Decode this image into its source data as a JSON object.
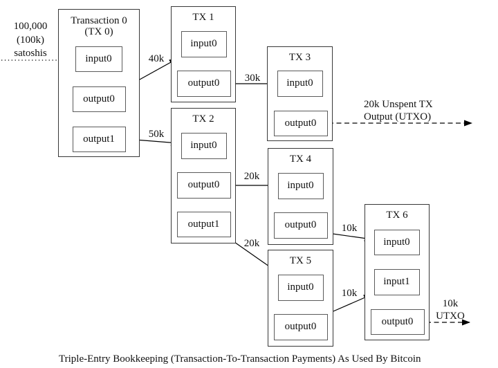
{
  "colors": {
    "background": "#ffffff",
    "outer_box_border": "#373737",
    "inner_box_border": "#5a5a5a",
    "arrow": "#000000",
    "text": "#101010"
  },
  "source_label": {
    "line1": "100,000",
    "line2": "(100k)",
    "line3": "satoshis"
  },
  "transactions": [
    {
      "title": "Transaction 0",
      "subtitle": "(TX 0)",
      "slots": [
        "input0",
        "output0",
        "output1"
      ]
    },
    {
      "title": "TX 1",
      "slots": [
        "input0",
        "output0"
      ]
    },
    {
      "title": "TX 2",
      "slots": [
        "input0",
        "output0",
        "output1"
      ]
    },
    {
      "title": "TX 3",
      "slots": [
        "input0",
        "output0"
      ]
    },
    {
      "title": "TX 4",
      "slots": [
        "input0",
        "output0"
      ]
    },
    {
      "title": "TX 5",
      "slots": [
        "input0",
        "output0"
      ]
    },
    {
      "title": "TX 6",
      "slots": [
        "input0",
        "input1",
        "output0"
      ]
    }
  ],
  "amounts": {
    "tx0_out0_to_tx1": "40k",
    "tx0_out1_to_tx2": "50k",
    "tx1_out0_to_tx3": "30k",
    "tx2_out0_to_tx4": "20k",
    "tx2_out1_to_tx5": "20k",
    "tx4_out0_to_tx6": "10k",
    "tx5_out0_to_tx6": "10k"
  },
  "unspent_notes": {
    "tx3": {
      "line1": "20k Unspent TX",
      "line2": "Output (UTXO)"
    },
    "tx6": {
      "line1": "10k",
      "line2": "UTXO"
    }
  },
  "caption": "Triple-Entry Bookkeeping (Transaction-To-Transaction Payments) As Used By Bitcoin"
}
